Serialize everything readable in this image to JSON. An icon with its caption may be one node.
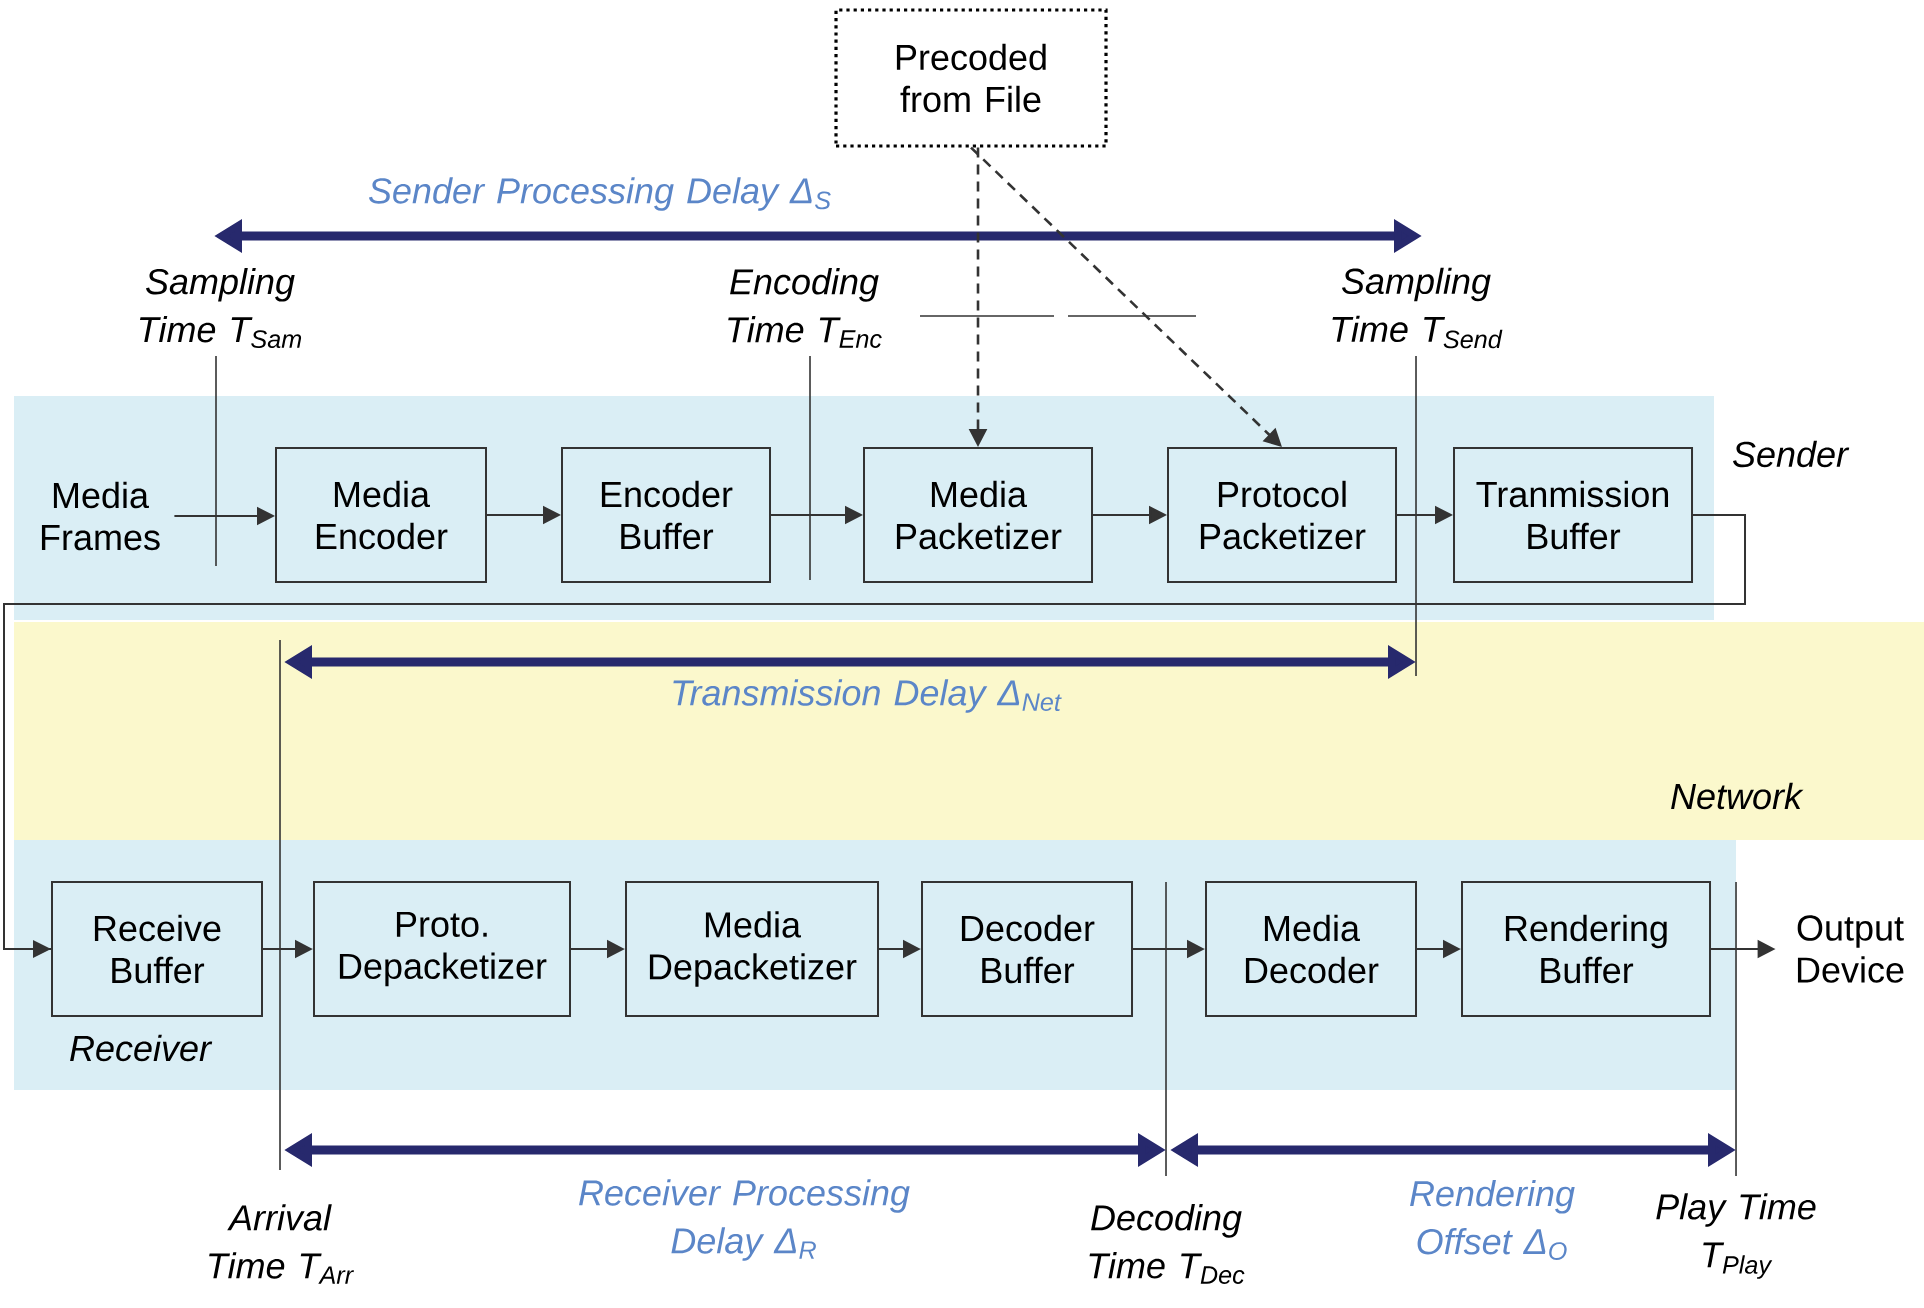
{
  "diagram": {
    "nodes": [
      {
        "text": [
          "Sender"
        ]
      },
      {
        "text": [
          "Network"
        ]
      },
      {
        "text": [
          "Receiver"
        ]
      },
      {
        "text": [
          "Precoded from File"
        ]
      },
      {
        "text": [
          "Media Frames"
        ],
        "in": 0
      },
      {
        "text": [
          "Media Encoder"
        ],
        "in": 0
      },
      {
        "text": [
          "Encoder Buffer"
        ],
        "in": 0
      },
      {
        "text": [
          "Media Packetizer"
        ],
        "in": 0
      },
      {
        "text": [
          "Protocol Packetizer"
        ],
        "in": 0
      },
      {
        "text": [
          "Tranmission Buffer"
        ],
        "in": 0
      },
      {
        "text": [
          "Receive Buffer"
        ],
        "in": 2
      },
      {
        "text": [
          "Proto. Depacketizer"
        ],
        "in": 2
      },
      {
        "text": [
          "Media Depacketizer"
        ],
        "in": 2
      },
      {
        "text": [
          "Decoder Buffer"
        ],
        "in": 2
      },
      {
        "text": [
          "Media Decoder"
        ],
        "in": 2
      },
      {
        "text": [
          "Rendering Buffer"
        ],
        "in": 2
      },
      {
        "text": [
          "Output Device"
        ]
      }
    ],
    "edges": [
      {
        "from": 4,
        "to": 5,
        "arrow": "to"
      },
      {
        "from": 5,
        "to": 6,
        "arrow": "to"
      },
      {
        "from": 6,
        "to": 7,
        "arrow": "to"
      },
      {
        "from": 7,
        "to": 8,
        "arrow": "to"
      },
      {
        "from": 8,
        "to": 9,
        "arrow": "to"
      },
      {
        "from": 9,
        "to": 10,
        "arrow": "to"
      },
      {
        "from": 10,
        "to": 11,
        "arrow": "to"
      },
      {
        "from": 11,
        "to": 12,
        "arrow": "to"
      },
      {
        "from": 12,
        "to": 13,
        "arrow": "to"
      },
      {
        "from": 13,
        "to": 14,
        "arrow": "to"
      },
      {
        "from": 14,
        "to": 15,
        "arrow": "to"
      },
      {
        "from": 15,
        "to": 16,
        "arrow": "to"
      },
      {
        "from": 3,
        "to": 7,
        "arrow": "to",
        "style": "dashed"
      },
      {
        "from": 3,
        "to": 8,
        "arrow": "to",
        "style": "dashed"
      }
    ],
    "labels": [
      "Sender Processing Delay Δ$_{S}$",
      "Sampling Time T$_{Sam}$",
      "Encoding Time T$_{Enc}$",
      "Sampling Time T$_{Send}$",
      "Transmission Delay Δ$_{Net}$",
      "Arrival Time T$_{Arr}$",
      "Receiver Processing Delay Δ$_{R}$",
      "Decoding Time T$_{Dec}$",
      "Rendering Offset Δ$_{O}$",
      "Play Time T$_{Play}$"
    ]
  }
}
